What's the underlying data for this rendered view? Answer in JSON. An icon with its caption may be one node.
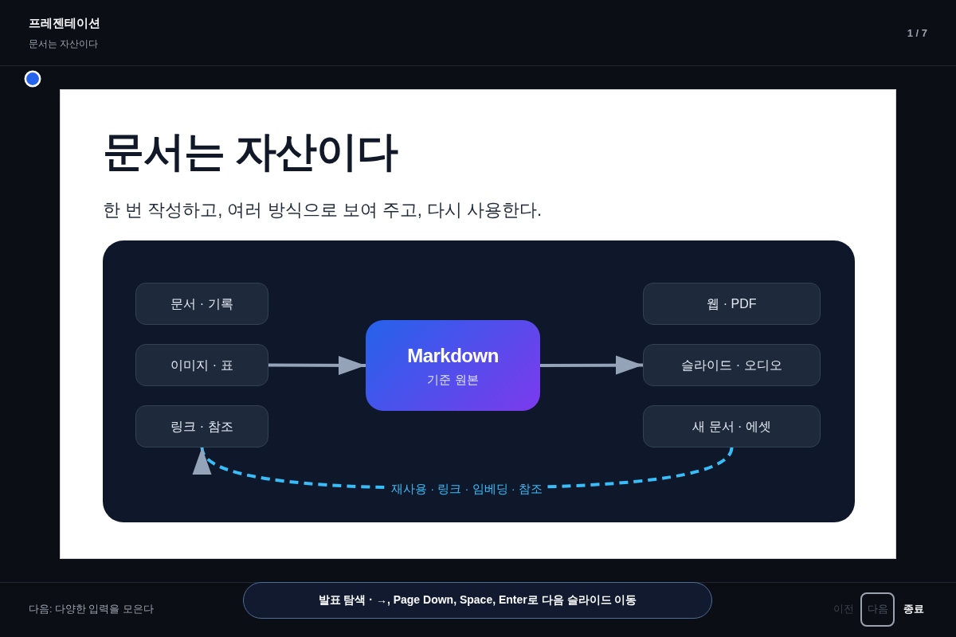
{
  "diagram": {
    "title": "문서는 자산이다",
    "nodes": [
      {
        "text": [
          "문서 · 기록"
        ]
      },
      {
        "text": [
          "이미지 · 표"
        ]
      },
      {
        "text": [
          "링크 · 참조"
        ]
      },
      {
        "text": [
          "Markdown",
          "기준 원본"
        ]
      },
      {
        "text": [
          "웹 · PDF"
        ]
      },
      {
        "text": [
          "슬라이드 · 오디오"
        ]
      },
      {
        "text": [
          "새 문서 · 에셋"
        ]
      }
    ],
    "edges": [
      {
        "from": 1,
        "to": 3,
        "arrow": "to"
      },
      {
        "from": 3,
        "to": 5,
        "arrow": "to"
      },
      {
        "from": 6,
        "to": 2,
        "arrow": "to",
        "label": "재사용 · 링크 · 임베딩 · 참조",
        "style": "dashed",
        "color": "#38bdf8"
      }
    ],
    "labels": [
      "프레젠테이션",
      "문서는 자산이다",
      "1 / 7",
      "한 번 작성하고, 여러 방식으로 보여 주고, 다시 사용한다.",
      "다음: 다양한 입력을 모은다",
      "발표 탐색 · →, Page Down, Space, Enter로 다음 슬라이드 이동",
      "이전",
      "다음",
      "종료"
    ]
  }
}
